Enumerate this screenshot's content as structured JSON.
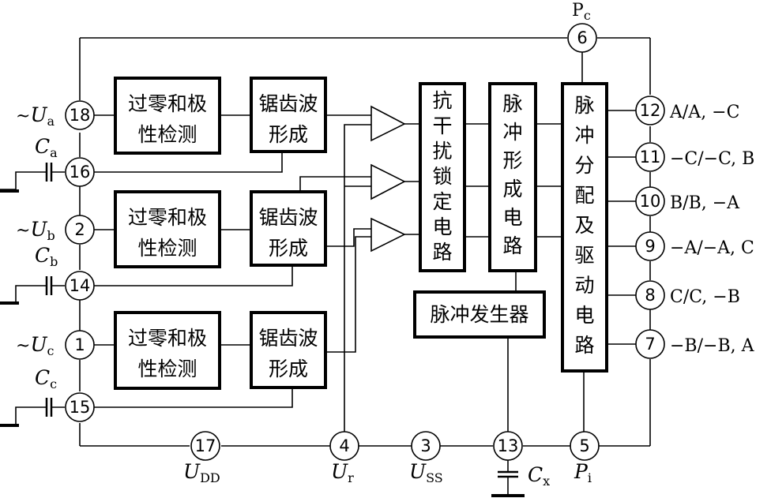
{
  "blocks": {
    "zc_a_1": "过零和极",
    "zc_a_2": "性检测",
    "saw_a_1": "锯齿波",
    "saw_a_2": "形成",
    "zc_b_1": "过零和极",
    "zc_b_2": "性检测",
    "saw_b_1": "锯齿波",
    "saw_b_2": "形成",
    "zc_c_1": "过零和极",
    "zc_c_2": "性检测",
    "saw_c_1": "锯齿波",
    "saw_c_2": "形成",
    "anti_jam": [
      "抗",
      "干",
      "扰",
      "锁",
      "定",
      "电",
      "路"
    ],
    "pulse_form": [
      "脉",
      "冲",
      "形",
      "成",
      "电",
      "路"
    ],
    "pulse_dist": [
      "脉",
      "冲",
      "分",
      "配",
      "及",
      "驱",
      "动",
      "电",
      "路"
    ],
    "pulse_gen": "脉冲发生器"
  },
  "pins": {
    "p18": "18",
    "p16": "16",
    "p2": "2",
    "p14": "14",
    "p1": "1",
    "p15": "15",
    "p17": "17",
    "p4": "4",
    "p3": "3",
    "p13": "13",
    "p5": "5",
    "p6": "6",
    "p12": "12",
    "p11": "11",
    "p10": "10",
    "p9": "9",
    "p8": "8",
    "p7": "7"
  },
  "labels": {
    "ua_tilde": "~",
    "ua_main": "U",
    "ua_sub": "a",
    "ca_main": "C",
    "ca_sub": "a",
    "ub_tilde": "~",
    "ub_main": "U",
    "ub_sub": "b",
    "cb_main": "C",
    "cb_sub": "b",
    "uc_tilde": "~",
    "uc_main": "U",
    "uc_sub": "c",
    "cc_main": "C",
    "cc_sub": "c",
    "udd_main": "U",
    "udd_sub": "DD",
    "ur_main": "U",
    "ur_sub": "r",
    "uss_main": "U",
    "uss_sub": "SS",
    "cx_main": "C",
    "cx_sub": "x",
    "pi_main": "P",
    "pi_sub": "i",
    "pc_main": "P",
    "pc_sub": "c",
    "out12": "A/A, −C",
    "out11": "−C/−C, B",
    "out10": "B/B, −A",
    "out9": "−A/−A, C",
    "out8": "C/C, −B",
    "out7": "−B/−B, A"
  }
}
